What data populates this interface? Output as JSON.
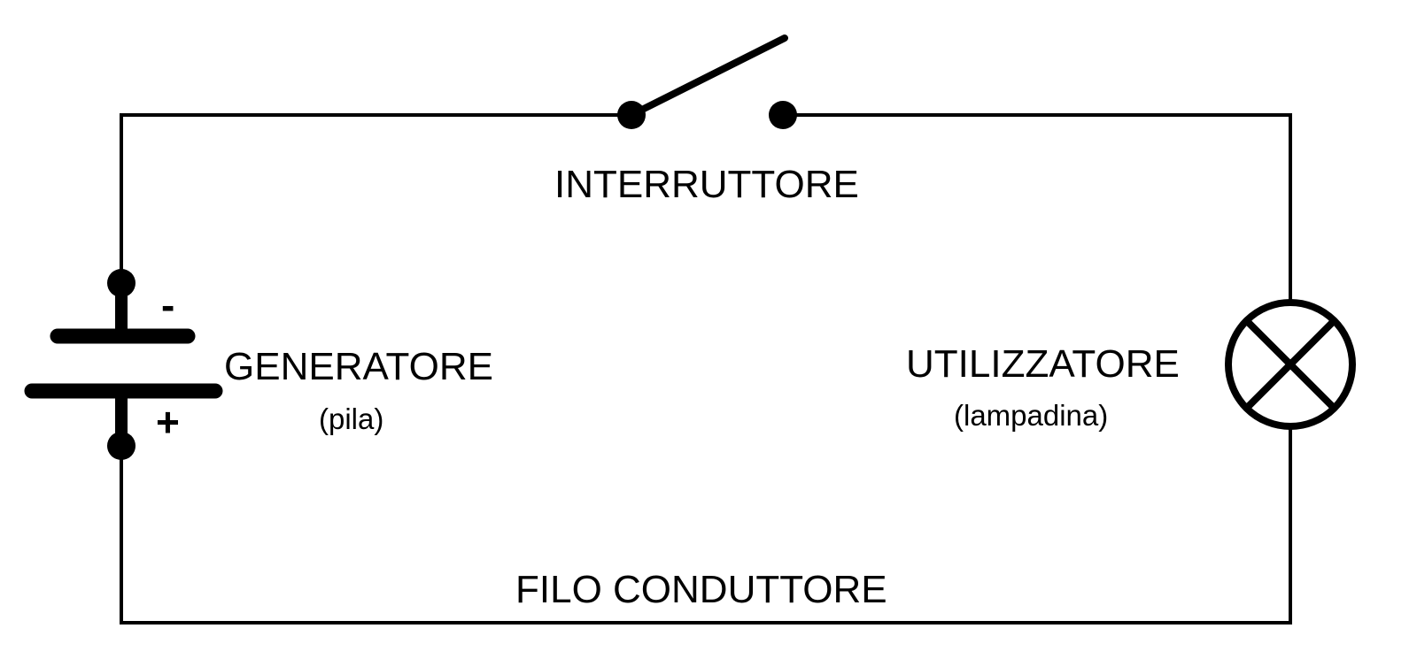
{
  "diagram": {
    "switch_label": "INTERRUTTORE",
    "generator_label": "GENERATORE",
    "generator_sublabel": "(pila)",
    "load_label": "UTILIZZATORE",
    "load_sublabel": "(lampadina)",
    "wire_label": "FILO CONDUTTORE",
    "negative_sign": "-",
    "positive_sign": "+",
    "switch_state": "open",
    "line_color": "#000000",
    "background_color": "#ffffff"
  }
}
